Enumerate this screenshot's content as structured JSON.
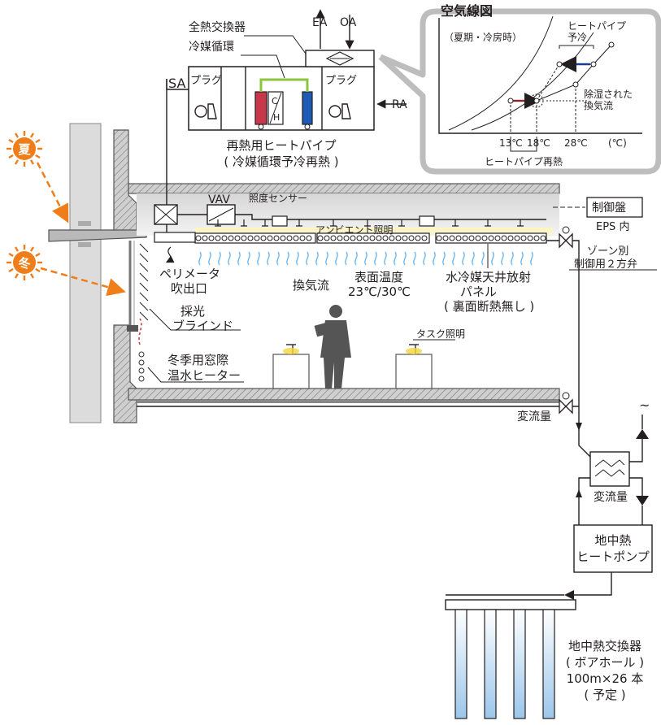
{
  "sun": {
    "summer": "夏",
    "winter": "冬"
  },
  "ahu": {
    "total_heat_exchanger": "全熱交換器",
    "refrigerant_circulation": "冷媒循環",
    "ea": "EA",
    "oa": "OA",
    "sa": "SA",
    "ra": "RA",
    "plug_left": "プラグ",
    "plug_right": "プラグ",
    "coil_c": "C",
    "coil_h": "H",
    "caption_line1": "再熱用ヒートパイプ",
    "caption_line2": "( 冷媒循環予冷再熱 )"
  },
  "psychro": {
    "title": "空気線図",
    "season_label": "（夏期・冷房時）",
    "heatpipe_precool_line1": "ヒートパイプ",
    "heatpipe_precool_line2": "予冷",
    "dehumidified_line1": "除湿された",
    "dehumidified_line2": "換気流",
    "temp_13": "13℃",
    "temp_18": "18℃",
    "temp_28": "28℃",
    "unit": "(℃)",
    "heatpipe_reheat": "ヒートパイプ再熱"
  },
  "ceiling": {
    "vav": "VAV",
    "illuminance_sensor": "照度センサー",
    "ambient_lighting": "アンビエント照明",
    "control_panel": "制御盤",
    "eps": "EPS 内",
    "zone_valve_line1": "ゾーン別",
    "zone_valve_line2": "制御用２方弁",
    "perimeter_outlet_line1": "ペリメータ",
    "perimeter_outlet_line2": "吹出口",
    "ventilation_flow": "換気流",
    "surface_temp_line1": "表面温度",
    "surface_temp_line2": "23℃/30℃",
    "panel_line1": "水冷媒天井放射",
    "panel_line2": "パネル",
    "panel_line3": "( 裏面断熱無し )"
  },
  "room": {
    "daylight_line1": "採光",
    "daylight_line2": "ブラインド",
    "task_lighting": "タスク照明",
    "heater_line1": "冬季用窓際",
    "heater_line2": "温水ヒーター",
    "variable_flow": "変流量"
  },
  "plant": {
    "variable_flow": "変流量",
    "tilde": "~",
    "heat_pump_line1": "地中熱",
    "heat_pump_line2": "ヒートポンプ",
    "ground_hx_line1": "地中熱交換器",
    "ground_hx_line2": "( ボアホール )",
    "ground_hx_line3": "100m×26 本",
    "ground_hx_line4": "( 予定 )"
  },
  "colors": {
    "sun_orange": "#ef7d1a",
    "reheat_red": "#d9363e",
    "precool_blue": "#1f3a93",
    "coil_red": "#c8374a",
    "coil_blue": "#1e5bb4",
    "green_pipe": "#8cc63f",
    "lighting_yellow": "#fff3a8",
    "airflow_blue": "#6fb6e8",
    "borehole_blue": "#bcd8ef"
  }
}
